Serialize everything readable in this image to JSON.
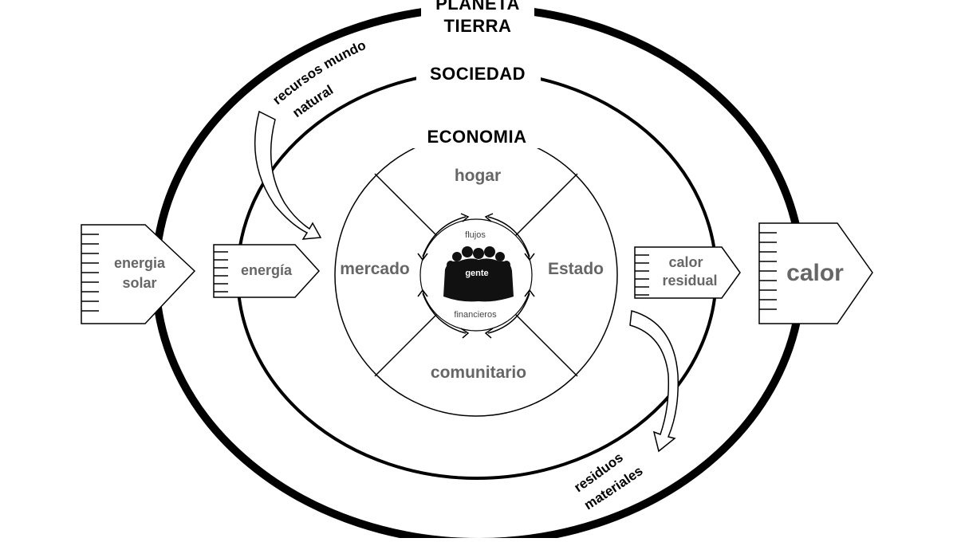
{
  "labels": {
    "planeta_line1": "PLANETA",
    "planeta_line2": "TIERRA",
    "sociedad": "SOCIEDAD",
    "economia": "ECONOMIA",
    "recursos_line1": "recursos mundo",
    "recursos_line2": "natural",
    "residuos_line1": "residuos",
    "residuos_line2": "materiales",
    "hogar": "hogar",
    "mercado": "mercado",
    "estado": "Estado",
    "comunitario": "comunitario",
    "flujos": "flujos",
    "financieros": "financieros",
    "gente": "gente",
    "energia_solar_line1": "energia",
    "energia_solar_line2": "solar",
    "energia": "energía",
    "calor_residual_line1": "calor",
    "calor_residual_line2": "residual",
    "calor": "calor"
  },
  "colors": {
    "outline": "#000000",
    "label_gray": "#666666",
    "background": "#ffffff"
  }
}
